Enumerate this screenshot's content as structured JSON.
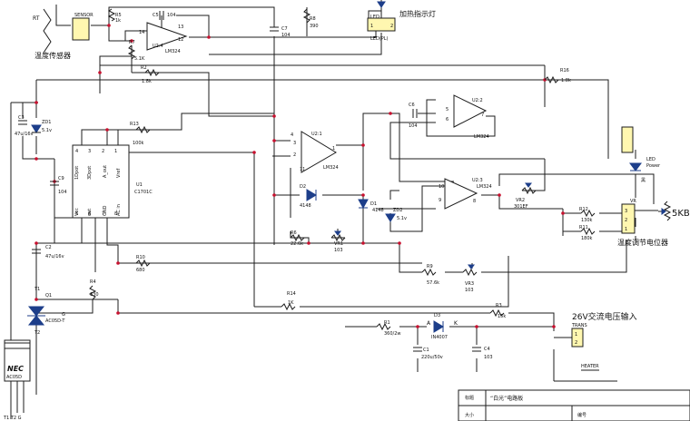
{
  "sensor": {
    "ref": "RT",
    "box_label": "SENSOR",
    "caption": "温度传感器"
  },
  "resistors": {
    "r5": {
      "ref": "R5",
      "value": "1k"
    },
    "r8": {
      "ref": "R8",
      "value": "390"
    },
    "r7": {
      "ref": "R7",
      "value": "5.1K"
    },
    "r2": {
      "ref": "R2",
      "value": "1.8k"
    },
    "r16": {
      "ref": "R16",
      "value": "1.8k"
    },
    "r13": {
      "ref": "R13",
      "value": "100k"
    },
    "r12": {
      "ref": "R12",
      "value": "130k"
    },
    "r11": {
      "ref": "R11",
      "value": "180k"
    },
    "r6": {
      "ref": "R6",
      "value": "22.6k"
    },
    "r10": {
      "ref": "R10",
      "value": "680"
    },
    "r9": {
      "ref": "R9",
      "value": "57.6k"
    },
    "r4": {
      "ref": "R4",
      "value": "330"
    },
    "r14": {
      "ref": "R14",
      "value": "1K"
    },
    "r3": {
      "ref": "R3",
      "value": "15k"
    },
    "r1": {
      "ref": "R1",
      "value": "360/2w"
    }
  },
  "capacitors": {
    "c5": {
      "ref": "C5",
      "value": "104"
    },
    "c7": {
      "ref": "C7",
      "value": "104"
    },
    "c6": {
      "ref": "C6",
      "value": "104"
    },
    "c3": {
      "ref": "C3",
      "value": "47u/16v"
    },
    "c9": {
      "ref": "C9",
      "value": "104"
    },
    "c2": {
      "ref": "C2",
      "value": "47u/16v"
    },
    "c1": {
      "ref": "C1",
      "value": "220u/50v"
    },
    "c4": {
      "ref": "C4",
      "value": "103"
    }
  },
  "diodes": {
    "zd1": {
      "ref": "ZD1",
      "value": "5.1v"
    },
    "d2": {
      "ref": "D2",
      "value": "4148"
    },
    "d1": {
      "ref": "D1",
      "value": "4148"
    },
    "zd2": {
      "ref": "ZD2",
      "value": "5.1v"
    },
    "d3": {
      "ref": "D3",
      "value": "IN4007",
      "anode": "A",
      "cathode": "K"
    }
  },
  "opamps": {
    "u2_4": {
      "ref": "U2:4",
      "part": "LM324",
      "pins": [
        "14",
        "13",
        "12"
      ]
    },
    "u2_1": {
      "ref": "U2:1",
      "part": "LM324",
      "pins": [
        "4",
        "3",
        "2",
        "1",
        "11"
      ]
    },
    "u2_2": {
      "ref": "U2:2",
      "part": "LM324",
      "pins": [
        "5",
        "6",
        "7"
      ]
    },
    "u2_3": {
      "ref": "U2:3",
      "part": "LM324",
      "pins": [
        "10",
        "9",
        "8"
      ]
    }
  },
  "ic_u1": {
    "ref": "U1",
    "part": "C1701C",
    "pins": [
      "1Dpot",
      "3Dpot",
      "A_out",
      "Vref",
      "Vcc",
      "out",
      "GND",
      "AC in"
    ],
    "pin_numbers": [
      "4",
      "3",
      "2",
      "1",
      "5",
      "6",
      "7",
      "8"
    ]
  },
  "pots": {
    "vr1": {
      "ref": "VR1",
      "value": "103"
    },
    "vr2": {
      "ref": "VR2",
      "value": "301EF"
    },
    "vr3": {
      "ref": "VR3",
      "value": "103"
    },
    "vr_main": {
      "ref": "VR",
      "value": "5KB",
      "caption": "温度调节电位器"
    }
  },
  "leds": {
    "led_pl": {
      "ref": "LED",
      "box_label": "LED(PL)",
      "caption": "加热指示灯"
    },
    "led_power": {
      "ref": "LED",
      "sub": "Power",
      "caption": "黑"
    }
  },
  "triac": {
    "ref": "Q1",
    "part": "AC05D-T",
    "gate": "G",
    "t1": "T1",
    "t2": "T2"
  },
  "package": {
    "brand": "NEC",
    "part": "AC05D",
    "pins": "T1 T2 G"
  },
  "transformer": {
    "ref": "TRANS",
    "caption": "26V交流电压输入"
  },
  "heater": {
    "ref": "HEATER"
  },
  "title_block": {
    "title_label": "标题",
    "title": "“白光”电路板",
    "size_label": "大小",
    "number_label": "编号"
  },
  "colors": {
    "wire": "#1c1c1c",
    "junction": "#c8102e",
    "diode": "#1d3e8a",
    "connector": "#fff7b0"
  }
}
